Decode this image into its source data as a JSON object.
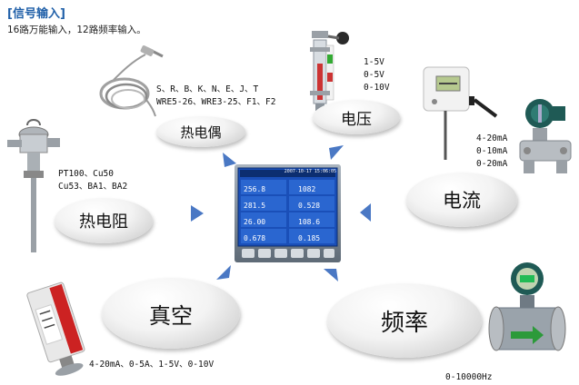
{
  "header": {
    "title": "[信号输入]",
    "subtitle": "16路万能输入，12路频率输入。"
  },
  "nodes": {
    "thermocouple": {
      "label": "热电偶",
      "spec": "S、R、B、K、N、E、J、T\nWRE5-26、WRE3-25、F1、F2"
    },
    "voltage": {
      "label": "电压",
      "spec": "1-5V\n0-5V\n0-10V"
    },
    "current": {
      "label": "电流",
      "spec": "4-20mA\n0-10mA\n0-20mA"
    },
    "rtd": {
      "label": "热电阻",
      "spec": "PT100、Cu50\nCu53、BA1、BA2"
    },
    "vacuum": {
      "label": "真空",
      "spec": "4-20mA、0-5A、1-5V、0-10V"
    },
    "frequency": {
      "label": "频率",
      "spec": "0-10000Hz"
    }
  },
  "recorder": {
    "screen": {
      "time": "2007-10-17 15:06:05",
      "values": [
        "256.8",
        "1082",
        "281.5",
        "0.528",
        "26.00",
        "108.6",
        "0.678",
        "0.185"
      ]
    }
  },
  "colors": {
    "title": "#1f5fa8",
    "arrow": "#4a78c4",
    "screen_bg": "#1a4fb8"
  }
}
